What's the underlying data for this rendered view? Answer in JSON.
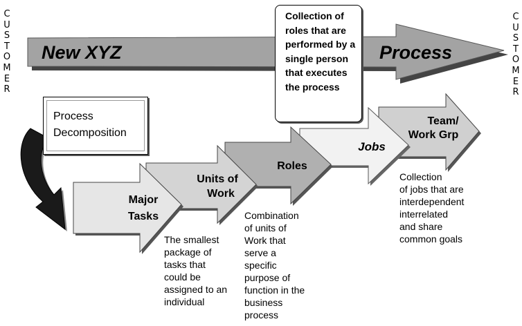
{
  "customer_left": [
    "C",
    "U",
    "S",
    "T",
    "O",
    "M",
    "E",
    "R"
  ],
  "customer_right": [
    "C",
    "U",
    "S",
    "T",
    "O",
    "M",
    "E",
    "R"
  ],
  "process_arrow": {
    "left_label": "New XYZ",
    "right_label": "Process"
  },
  "roles_callout": "Collection of roles that are performed by a single person that executes the process",
  "decomposition_box": {
    "line1": "Process",
    "line2": "Decomposition"
  },
  "steps": [
    {
      "id": "tasks",
      "line1": "Major",
      "line2": "Tasks"
    },
    {
      "id": "units",
      "line1": "Units of",
      "line2": "Work"
    },
    {
      "id": "roles",
      "line1": "Roles",
      "line2": ""
    },
    {
      "id": "jobs",
      "line1": "Jobs",
      "line2": ""
    },
    {
      "id": "team",
      "line1": "Team/",
      "line2": "Work Grp"
    }
  ],
  "descriptions": {
    "units": [
      "The smallest",
      "package of",
      "tasks that",
      "could be",
      "assigned to an",
      "individual"
    ],
    "roles": [
      "Combination",
      "of units of",
      "Work that",
      "serve a",
      "specific",
      "purpose of",
      "function in the",
      "business",
      "process"
    ],
    "team": [
      "Collection",
      "of jobs that are",
      "interdependent",
      "interrelated",
      "and share",
      "common goals"
    ]
  },
  "colors": {
    "process_arrow": "#a3a3a3",
    "tasks": "#e6e6e6",
    "units": "#d4d4d4",
    "roles": "#b0b0b0",
    "jobs": "#f2f2f2",
    "team": "#d0d0d0",
    "curved_arrow": "#1a1a1a"
  }
}
